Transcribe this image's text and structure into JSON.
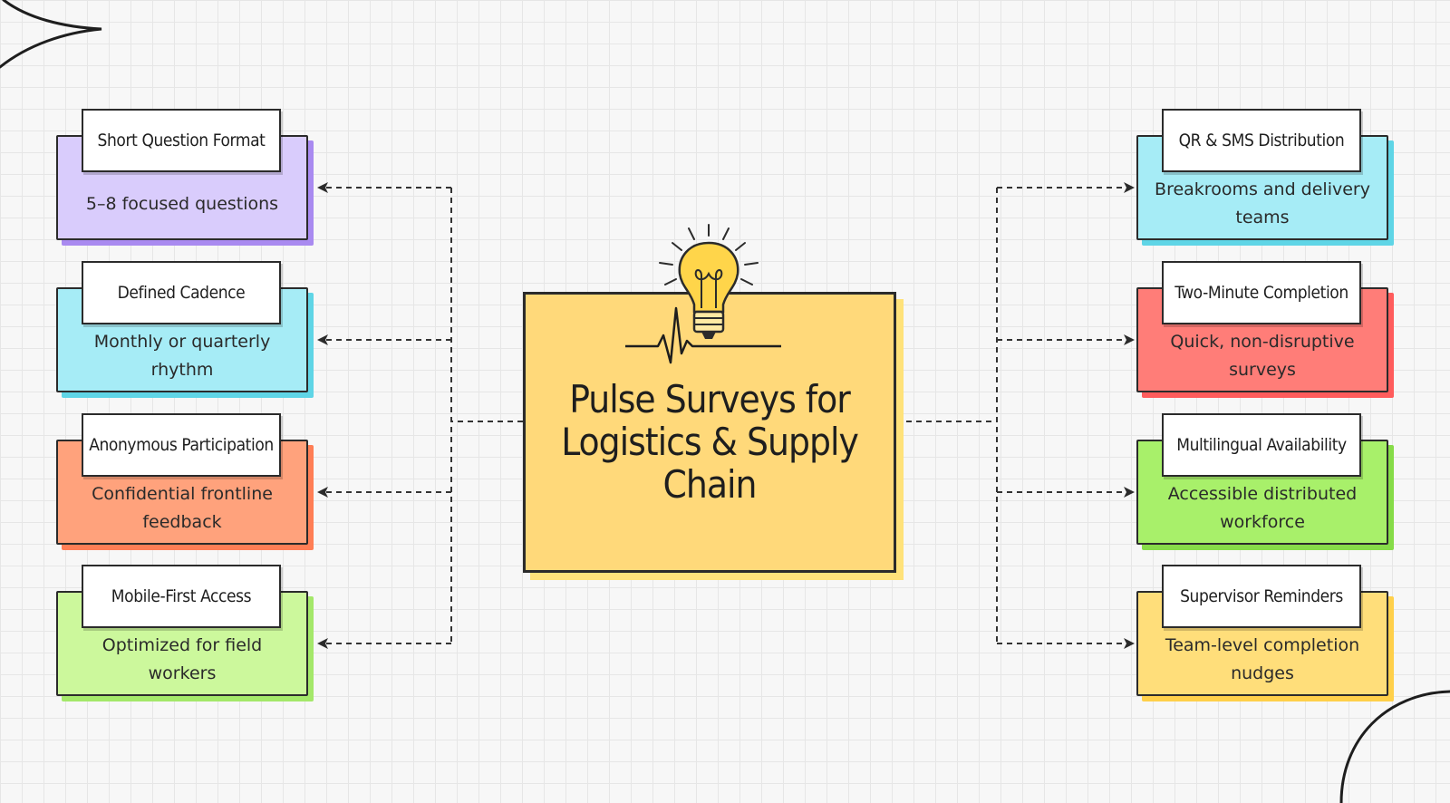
{
  "title": "Pulse Surveys for Logistics & Supply Chain",
  "left_cards": [
    {
      "title": "Short Question Format",
      "description": "5–8 focused questions",
      "color": "#d9ccfc",
      "shadow": "#a98af0"
    },
    {
      "title": "Defined Cadence",
      "description": "Monthly or quarterly rhythm",
      "color": "#a6ecf6",
      "shadow": "#5fd5e6"
    },
    {
      "title": "Anonymous Participation",
      "description": "Confidential frontline feedback",
      "color": "#ffa27c",
      "shadow": "#ff7e55"
    },
    {
      "title": "Mobile-First Access",
      "description": "Optimized for field workers",
      "color": "#ccf89c",
      "shadow": "#a4e86a"
    }
  ],
  "right_cards": [
    {
      "title": "QR & SMS Distribution",
      "description": "Breakrooms and delivery teams",
      "color": "#a6ecf6",
      "shadow": "#5fd5e6"
    },
    {
      "title": "Two-Minute Completion",
      "description": "Quick, non-disruptive surveys",
      "color": "#ff7d78",
      "shadow": "#ff5c5c"
    },
    {
      "title": "Multilingual Availability",
      "description": "Accessible distributed workforce",
      "color": "#a8f06a",
      "shadow": "#86dc48"
    },
    {
      "title": "Supervisor Reminders",
      "description": "Team-level completion nudges",
      "color": "#ffde7a",
      "shadow": "#ffd04a"
    }
  ],
  "icons": [
    "lightbulb-icon",
    "heartbeat-line-icon"
  ],
  "colors": {
    "center_fill": "#ffd97a",
    "outline": "#2b2b2b",
    "connector": "#333333"
  }
}
